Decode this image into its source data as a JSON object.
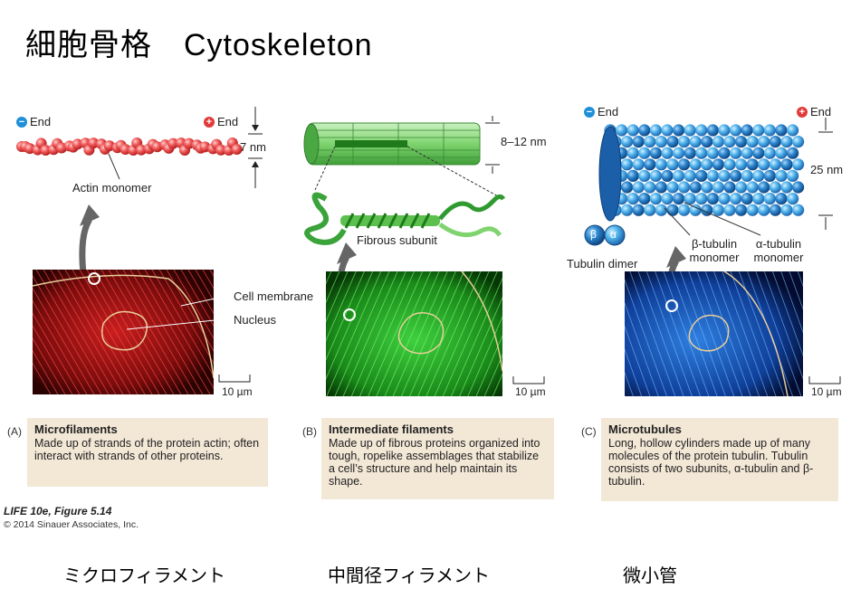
{
  "title": "細胞骨格　Cytoskeleton",
  "panels": [
    {
      "letter": "(A)",
      "heading": "Microfilaments",
      "text": "Made up of strands of the protein actin; often interact with strands of other proteins.",
      "minus_end": "End",
      "plus_end": "End",
      "size": "7 nm",
      "monomer_label": "Actin monomer",
      "cell_membrane": "Cell membrane",
      "nucleus": "Nucleus",
      "scale": "10 µm",
      "japanese": "ミクロフィラメント",
      "color": "#e8231f"
    },
    {
      "letter": "(B)",
      "heading": "Intermediate filaments",
      "text": "Made up of fibrous proteins organized into tough, ropelike assemblages that stabilize a cell’s structure and help maintain its shape.",
      "size": "8–12 nm",
      "subunit_label": "Fibrous subunit",
      "scale": "10 µm",
      "japanese": "中間径フィラメント",
      "color": "#35c13a"
    },
    {
      "letter": "(C)",
      "heading": "Microtubules",
      "text": "Long, hollow cylinders made up of many molecules of the protein tubulin. Tubulin consists of two subunits, α-tubulin and β-tubulin.",
      "minus_end": "End",
      "plus_end": "End",
      "size": "25 nm",
      "beta_label": "β-tubulin monomer",
      "alpha_label": "α-tubulin monomer",
      "dimer_label": "Tubulin dimer",
      "beta_symbol": "β",
      "alpha_symbol": "α",
      "scale": "10 µm",
      "japanese": "微小管",
      "color": "#1f7fd6"
    }
  ],
  "credit": {
    "line1": "LIFE 10e, Figure 5.14",
    "line2": "© 2014 Sinauer Associates, Inc."
  }
}
